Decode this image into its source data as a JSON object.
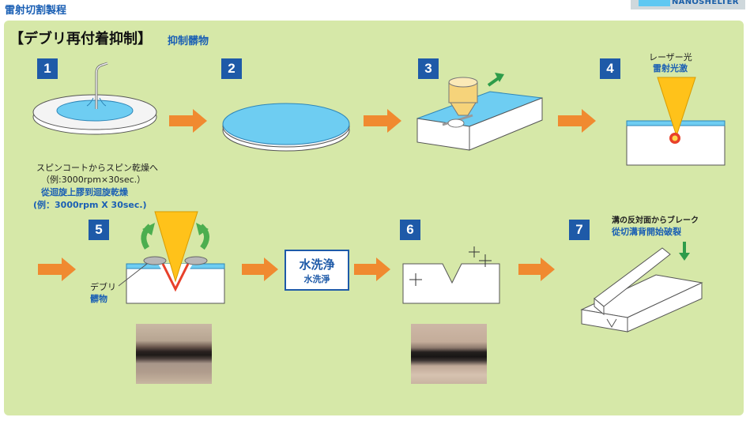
{
  "header": {
    "title": "雷射切割製程",
    "logo_text": "NANOSHELTER"
  },
  "section": {
    "title": "【デブリ再付着抑制】",
    "subtitle": "抑制髒物"
  },
  "steps": [
    {
      "number": "1",
      "caption_lines": [
        "スピンコートからスピン乾燥へ",
        "（例:3000rpm×30sec.）"
      ],
      "caption_blue_lines": [
        "從迴旋上膠到迴旋乾燥",
        "(例：3000rpm X 30sec.)"
      ]
    },
    {
      "number": "2"
    },
    {
      "number": "3"
    },
    {
      "number": "4",
      "caption_lines": [
        "レーザー光"
      ],
      "caption_blue_lines": [
        "雷射光激"
      ]
    },
    {
      "number": "5",
      "caption_lines": [
        "デブリ"
      ],
      "caption_blue_lines": [
        "髒物"
      ]
    },
    {
      "number": "6"
    },
    {
      "number": "7",
      "caption_lines": [
        "溝の反対面からブレーク"
      ],
      "caption_blue_lines": [
        "從切溝背開始破裂"
      ]
    }
  ],
  "wash": {
    "label": "水洗浄",
    "sublabel": "水洗淨"
  },
  "colors": {
    "panel": "#d6e8a8",
    "step_badge": "#1e5aa8",
    "arrow": "#f08a30",
    "coating": "#6ecdf2",
    "laser": "#ffc21a",
    "accent_green": "#4cae4f"
  },
  "icons": [
    "arrow-right-icon",
    "laser-beam-icon",
    "spin-coater-icon",
    "wafer-icon",
    "curved-arrow-icon",
    "sparkle-icon"
  ]
}
